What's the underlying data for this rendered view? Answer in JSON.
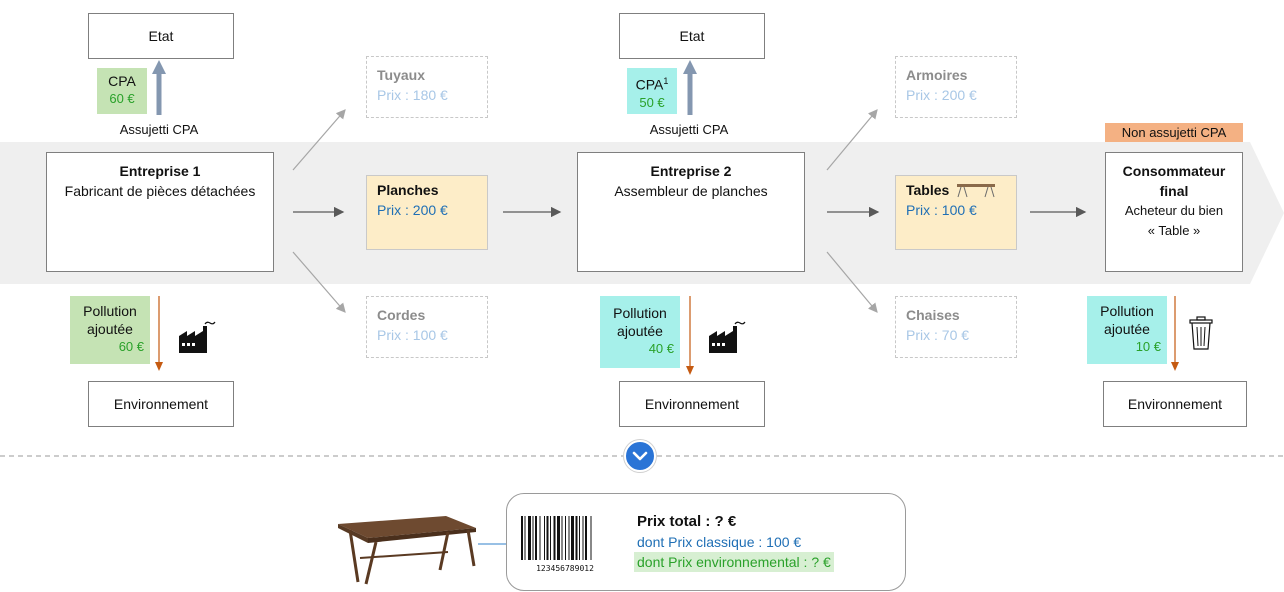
{
  "state_label": "Etat",
  "environment_label": "Environnement",
  "cpa_label": "CPA",
  "cpa_label_footnote": "1",
  "assujetti_label": "Assujetti CPA",
  "non_assujetti_label": "Non assujetti CPA",
  "pollution_line1": "Pollution",
  "pollution_line2": "ajoutée",
  "entreprise1": {
    "title": "Entreprise 1",
    "subtitle": "Fabricant de pièces détachées",
    "cpa_value": "60 €",
    "pollution_value": "60 €"
  },
  "entreprise2": {
    "title": "Entreprise 2",
    "subtitle": "Assembleur de planches",
    "cpa_value": "50 €",
    "pollution_value": "40 €"
  },
  "consumer": {
    "title_line1": "Consommateur",
    "title_line2": "final",
    "subtitle_line1": "Acheteur du bien",
    "subtitle_line2": "« Table »",
    "pollution_value": "10 €"
  },
  "products": {
    "tuyaux": {
      "name": "Tuyaux",
      "price": "Prix : 180 €"
    },
    "planches": {
      "name": "Planches",
      "price": "Prix : 200 €"
    },
    "cordes": {
      "name": "Cordes",
      "price": "Prix : 100 €"
    },
    "armoires": {
      "name": "Armoires",
      "price": "Prix : 200 €"
    },
    "tables": {
      "name": "Tables",
      "price": "Prix : 100 €"
    },
    "chaises": {
      "name": "Chaises",
      "price": "Prix : 70 €"
    }
  },
  "price_panel": {
    "total": "Prix total :  ?   €",
    "classic": "dont Prix classique : 100 €",
    "environmental": "dont Prix environnemental : ?  €",
    "barcode_number": "123456789012"
  },
  "colors": {
    "green_fill": "#c5e3b4",
    "cyan_fill": "#a6f0ea",
    "product_fill": "#fdedc8",
    "orange_badge": "#f4b183",
    "pollution_arrow": "#c55a11",
    "cpa_arrow": "#8497b0",
    "expand_button": "#2a74d6"
  },
  "icons": [
    "factory-icon",
    "trash-icon",
    "table-icon",
    "chevron-down-icon",
    "barcode-icon"
  ]
}
